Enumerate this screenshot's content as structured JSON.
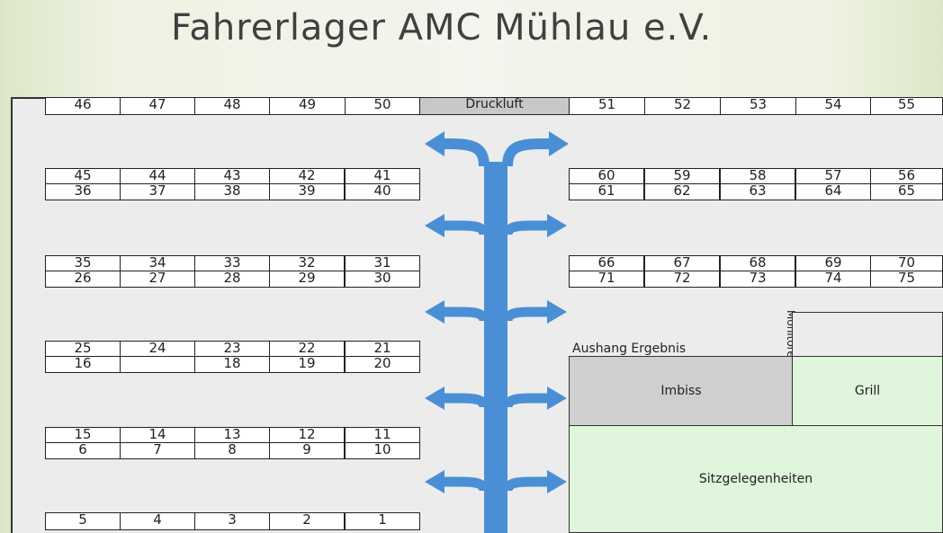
{
  "title": "Fahrerlager AMC Mühlau e.V.",
  "colors": {
    "arrow": "#4a8fd6",
    "imbiss": "#cfcfcf",
    "green_areas": "#dff5dc",
    "druckluft": "#c8c8c8"
  },
  "top_row": [
    "46",
    "47",
    "48",
    "49",
    "50",
    "Druckluft",
    "51",
    "52",
    "53",
    "54",
    "55"
  ],
  "left_blocks": [
    {
      "top": [
        "45",
        "44",
        "43",
        "42",
        "41"
      ],
      "bottom": [
        "36",
        "37",
        "38",
        "39",
        "40"
      ]
    },
    {
      "top": [
        "35",
        "34",
        "33",
        "32",
        "31"
      ],
      "bottom": [
        "26",
        "27",
        "28",
        "29",
        "30"
      ]
    },
    {
      "top": [
        "25",
        "24",
        "23",
        "22",
        "21"
      ],
      "bottom": [
        "16",
        "",
        "18",
        "19",
        "20"
      ]
    },
    {
      "top": [
        "15",
        "14",
        "13",
        "12",
        "11"
      ],
      "bottom": [
        "6",
        "7",
        "8",
        "9",
        "10"
      ]
    }
  ],
  "bottom_row": [
    "5",
    "4",
    "3",
    "2",
    "1"
  ],
  "right_blocks": [
    {
      "top": [
        "60",
        "59",
        "58",
        "57",
        "56"
      ],
      "bottom": [
        "61",
        "62",
        "63",
        "64",
        "65"
      ]
    },
    {
      "top": [
        "66",
        "67",
        "68",
        "69",
        "70"
      ],
      "bottom": [
        "71",
        "72",
        "73",
        "74",
        "75"
      ]
    }
  ],
  "areas": {
    "aushang": "Aushang Ergebnis",
    "monitore": "Monitore",
    "imbiss": "Imbiss",
    "grill": "Grill",
    "sitz": "Sitzgelegenheiten"
  }
}
